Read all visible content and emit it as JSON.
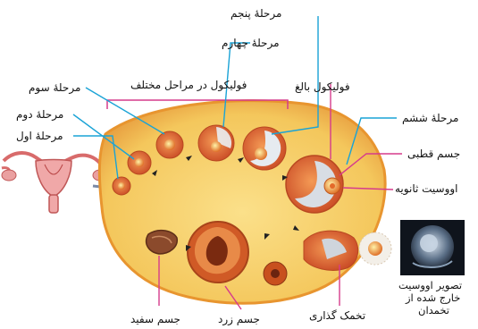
{
  "diagram": {
    "labels": {
      "stage5": "مرحلۀ پنجم",
      "stage4": "مرحلۀ چهارم",
      "stage3": "مرحلۀ سوم",
      "stage2": "مرحلۀ دوم",
      "stage1": "مرحلۀ اول",
      "follicles_various_stages": "فولیکول در مراحل مختلف",
      "mature_follicle": "فولیکول بالغ",
      "stage6": "مرحلۀ ششم",
      "polar_body": "جسم قطبی",
      "secondary_oocyte": "اووسیت ثانویه",
      "ovulation": "تخمک گذاری",
      "corpus_luteum": "جسم زرد",
      "corpus_albicans": "جسم سفید",
      "photo_caption_line1": "تصویر اووسیت",
      "photo_caption_line2": "خارج شده از",
      "photo_caption_line3": "تخمدان"
    },
    "colors": {
      "ovary_fill": "#f6cf6a",
      "ovary_stroke": "#e79a3a",
      "follicle_fill": "#e26a3a",
      "oocyte_fill": "#f9b043",
      "leader_line": "#1aa3d6",
      "bracket_line": "#d63b8c",
      "corpus_luteum": "#c8501e",
      "uterus": "#e58a8a"
    }
  }
}
